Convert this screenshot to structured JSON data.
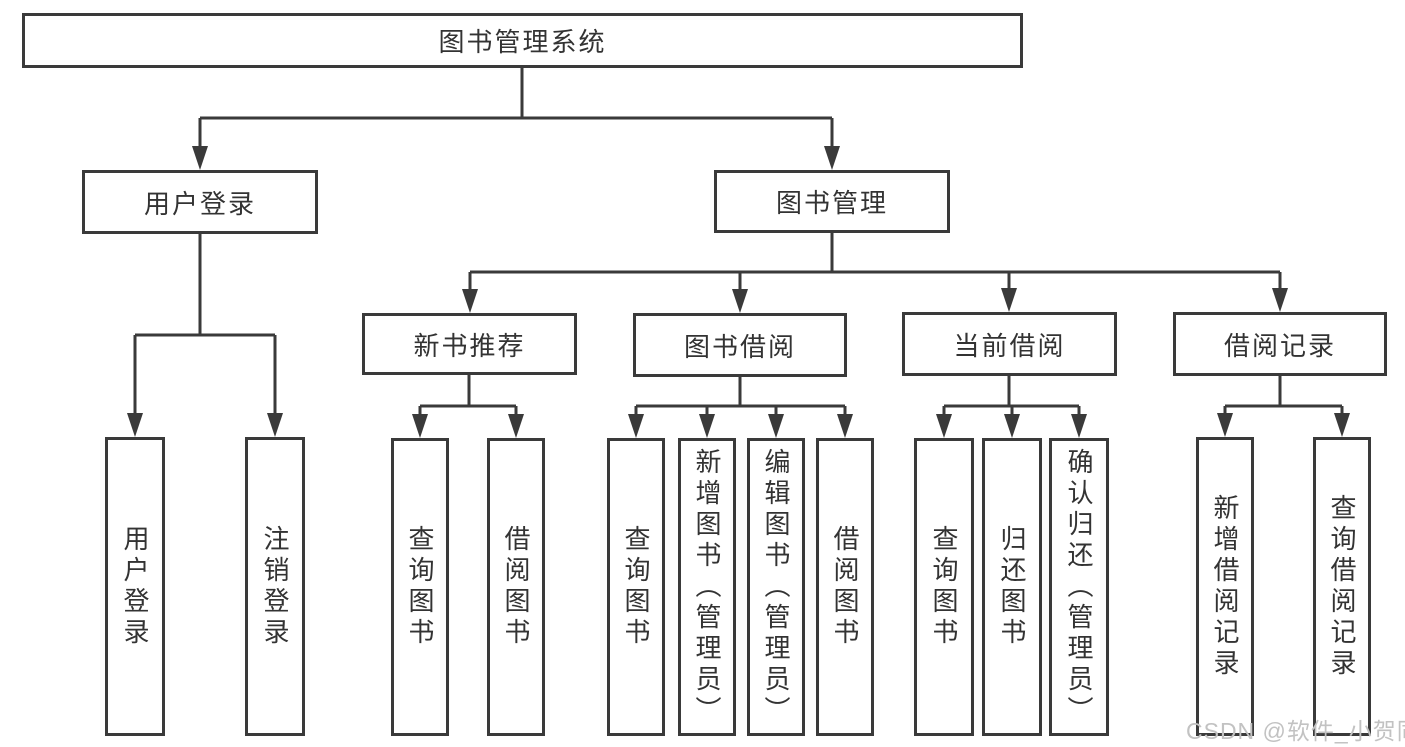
{
  "diagram": {
    "root": {
      "label": "图书管理系统"
    },
    "level2": [
      {
        "label": "用户登录"
      },
      {
        "label": "图书管理"
      }
    ],
    "level3": [
      {
        "label": "新书推荐"
      },
      {
        "label": "图书借阅"
      },
      {
        "label": "当前借阅"
      },
      {
        "label": "借阅记录"
      }
    ],
    "leaves": [
      "用户登录",
      "注销登录",
      "查询图书",
      "借阅图书",
      "查询图书",
      "新增图书（管理员）",
      "编辑图书（管理员）",
      "借阅图书",
      "查询图书",
      "归还图书",
      "确认归还（管理员）",
      "新增借阅记录",
      "查询借阅记录"
    ],
    "watermark": "CSDN @软件_小贺同学",
    "colors": {
      "line": "#3a3a3a",
      "text": "#333333",
      "watermark": "#c2c2c2",
      "background": "#ffffff"
    }
  }
}
